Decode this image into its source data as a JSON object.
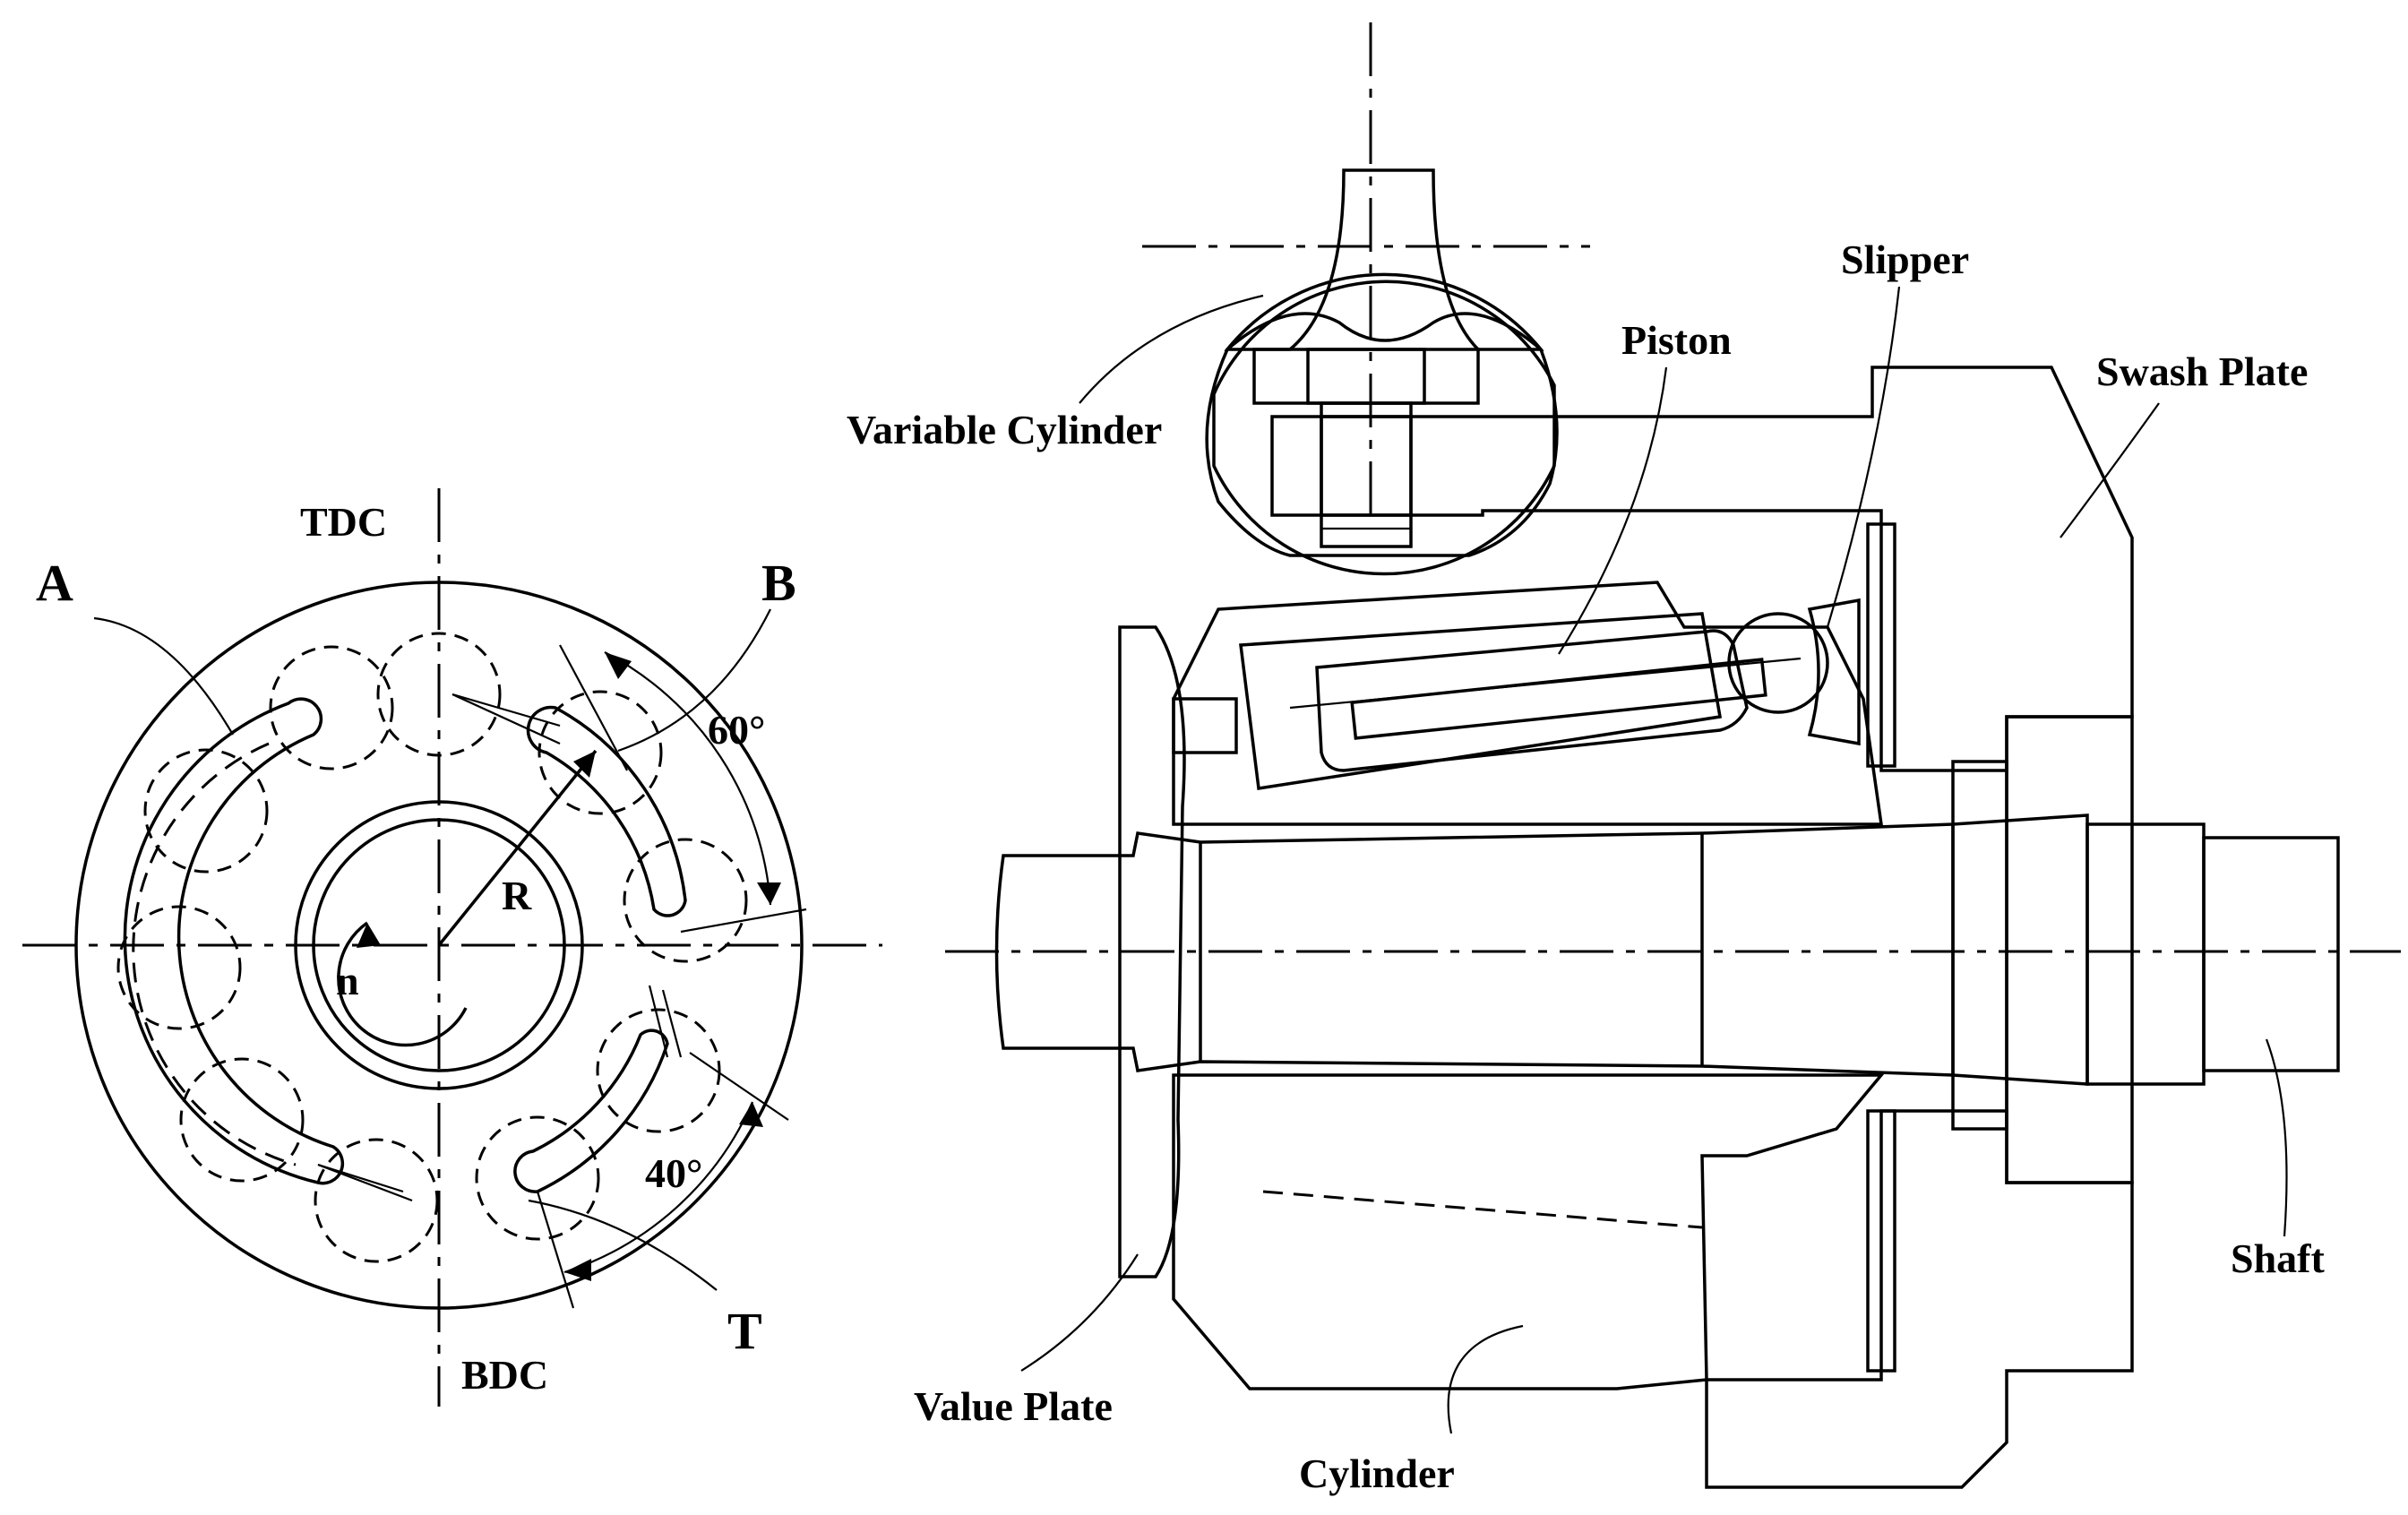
{
  "port_plate": {
    "label_tdc": "TDC",
    "label_bdc": "BDC",
    "label_a": "A",
    "label_b": "B",
    "label_t": "T",
    "label_r": "R",
    "label_n": "n",
    "angle_top": "60°",
    "angle_bottom": "40°"
  },
  "section": {
    "label_variable_cylinder": "Variable Cylinder",
    "label_piston": "Piston",
    "label_slipper": "Slipper",
    "label_swash_plate": "Swash Plate",
    "label_shaft": "Shaft",
    "label_value_plate": "Value Plate",
    "label_cylinder": "Cylinder"
  }
}
